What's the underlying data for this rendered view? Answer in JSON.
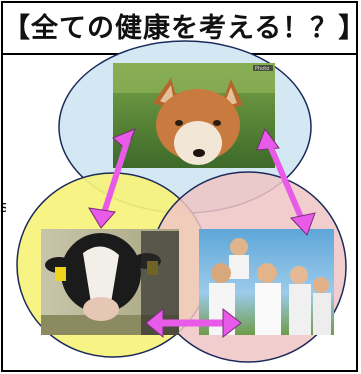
{
  "title": "【全ての健康を考える！？】",
  "side_glyph": "s",
  "circles": [
    {
      "id": "top",
      "fill": "#d4e8f4"
    },
    {
      "id": "left",
      "fill": "#f6f27a"
    },
    {
      "id": "right",
      "fill": "#eec4c4"
    }
  ],
  "photos": [
    {
      "id": "fox",
      "label": "fox"
    },
    {
      "id": "cow",
      "label": "cow"
    },
    {
      "id": "family",
      "label": "family"
    }
  ],
  "arrow_color": "#e85ae8",
  "photo_stamp": "Photo"
}
